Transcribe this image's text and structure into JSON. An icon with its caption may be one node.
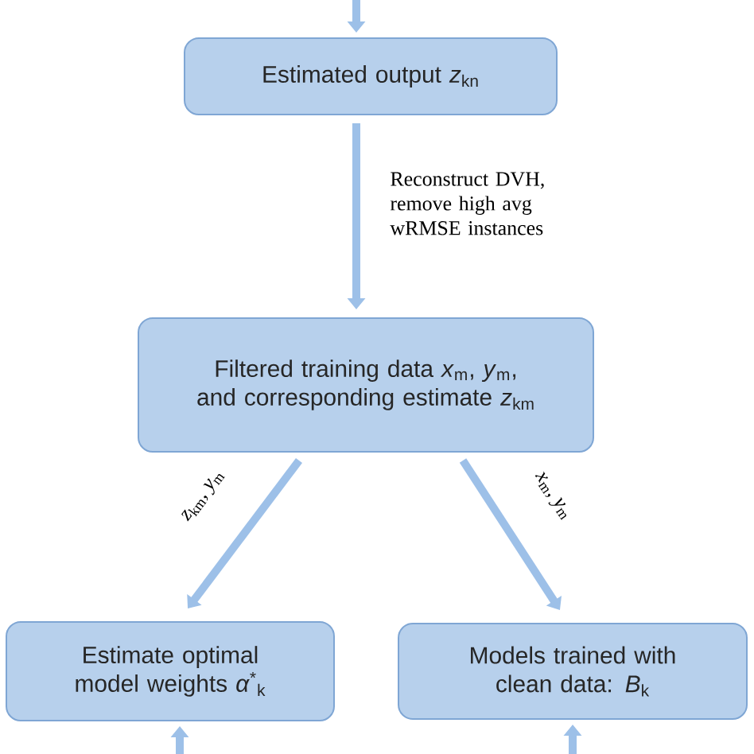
{
  "diagram": {
    "nodes": [
      {
        "text": [
          "Estimated output *z*$_{kn}$"
        ]
      },
      {
        "text": [
          "Filtered training data *x*$_{m}$, *y*$_{m}$, and corresponding estimate *z*$_{km}$"
        ]
      },
      {
        "text": [
          "Estimate optimal model weights *α*$^{*}$$_{k}$"
        ]
      },
      {
        "text": [
          "Models trained with clean data: *B*$_{k}$"
        ]
      }
    ],
    "edges": [
      {
        "from": null,
        "to": 0,
        "arrow": "to"
      },
      {
        "from": 0,
        "to": 1,
        "arrow": "to",
        "label": "Reconstruct DVH, remove high avg wRMSE instances"
      },
      {
        "from": 1,
        "to": 2,
        "arrow": "to",
        "label": "*z*$_{km}$, *y*$_{m}$"
      },
      {
        "from": 1,
        "to": 3,
        "arrow": "to",
        "label": "*x*$_{m}$, *y*$_{m}$"
      },
      {
        "from": null,
        "to": 2,
        "arrow": "to"
      },
      {
        "from": null,
        "to": 3,
        "arrow": "to"
      }
    ]
  }
}
